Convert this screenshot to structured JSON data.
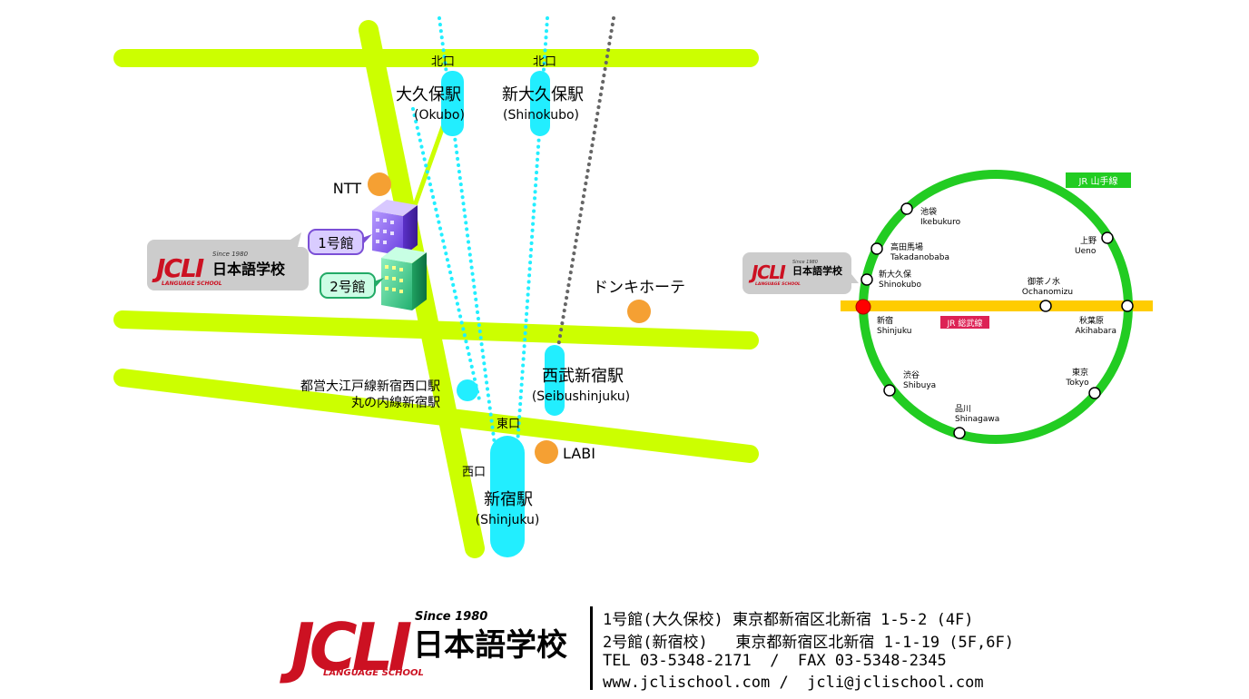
{
  "map": {
    "exits": {
      "okubo_north": "北口",
      "shinokubo_north": "北口",
      "shinjuku_east": "東口",
      "shinjuku_west": "西口"
    },
    "stations": {
      "okubo": {
        "ja": "大久保駅",
        "en": "(Okubo)"
      },
      "shinokubo": {
        "ja": "新大久保駅",
        "en": "(Shinokubo)"
      },
      "seibushinjuku": {
        "ja": "西武新宿駅",
        "en": "(Seibushinjuku)"
      },
      "shinjuku": {
        "ja": "新宿駅",
        "en": "(Shinjuku)"
      },
      "oedo_line1": "都営大江戸線新宿西口駅",
      "oedo_line2": "丸の内線新宿駅"
    },
    "landmarks": {
      "ntt": "NTT",
      "donki": "ドンキホーテ",
      "labi": "LABI"
    },
    "buildings": {
      "building1": "1号館",
      "building2": "2号館"
    },
    "logo": {
      "mark": "JCLI",
      "since": "Since 1980",
      "name": "日本語学校",
      "sub": "LANGUAGE SCHOOL"
    },
    "colors": {
      "road": "#ccff00",
      "station": "#22eeff",
      "landmark": "#f5a033",
      "building1": "#9966ff",
      "building2": "#33cc88"
    }
  },
  "route_map": {
    "line_yamanote": "JR 山手線",
    "line_sobu": "JR 総武線",
    "stations": [
      {
        "ja": "池袋",
        "en": "Ikebukuro"
      },
      {
        "ja": "高田馬場",
        "en": "Takadanobaba"
      },
      {
        "ja": "新大久保",
        "en": "Shinokubo"
      },
      {
        "ja": "新宿",
        "en": "Shinjuku"
      },
      {
        "ja": "渋谷",
        "en": "Shibuya"
      },
      {
        "ja": "品川",
        "en": "Shinagawa"
      },
      {
        "ja": "東京",
        "en": "Tokyo"
      },
      {
        "ja": "秋葉原",
        "en": "Akihabara"
      },
      {
        "ja": "御茶ノ水",
        "en": "Ochanomizu"
      },
      {
        "ja": "上野",
        "en": "Ueno"
      }
    ],
    "colors": {
      "yamanote": "#22cc22",
      "sobu": "#ffcc00",
      "current": "#ff0000"
    }
  },
  "footer": {
    "since": "Since 1980",
    "logo_mark": "JCLI",
    "school_name": "日本語学校",
    "logo_sub": "LANGUAGE SCHOOL",
    "line1": "1号館(大久保校) 東京都新宿区北新宿 1-5-2 (4F)",
    "line2": "2号館(新宿校)   東京都新宿区北新宿 1-1-19 (5F,6F)",
    "line3": "TEL 03-5348-2171  /  FAX 03-5348-2345",
    "line4": "www.jclischool.com /  jcli@jclischool.com"
  }
}
